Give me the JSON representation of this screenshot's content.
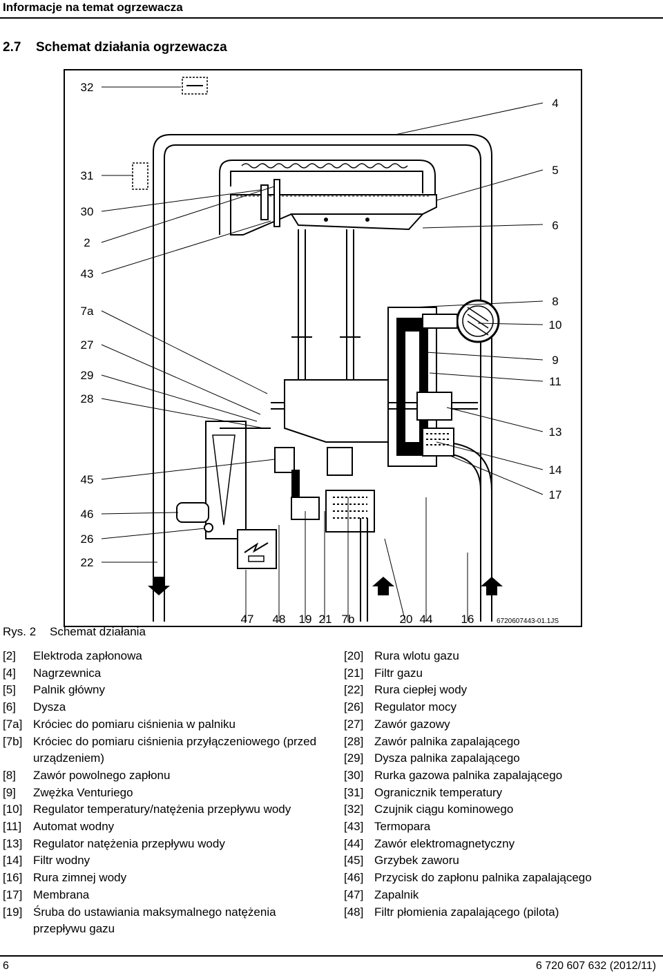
{
  "header": {
    "title": "Informacje na temat ogrzewacza"
  },
  "section": {
    "number": "2.7",
    "title": "Schemat działania ogrzewacza"
  },
  "figure": {
    "labels_left": [
      "32",
      "31",
      "30",
      "2",
      "43",
      "7a",
      "27",
      "29",
      "28",
      "45",
      "46",
      "26",
      "22"
    ],
    "labels_right": [
      "4",
      "5",
      "6",
      "8",
      "10",
      "9",
      "11",
      "13",
      "14",
      "17"
    ],
    "labels_bottom": [
      "47",
      "48",
      "19",
      "21",
      "7b",
      "20",
      "44",
      "16"
    ],
    "drawing_code": "6720607443-01.1JS"
  },
  "caption": {
    "prefix": "Rys. 2",
    "text": "Schemat działania"
  },
  "legend_left": [
    {
      "key": "[2]",
      "text": "Elektroda zapłonowa"
    },
    {
      "key": "[4]",
      "text": "Nagrzewnica"
    },
    {
      "key": "[5]",
      "text": "Palnik główny"
    },
    {
      "key": "[6]",
      "text": "Dysza"
    },
    {
      "key": "[7a]",
      "text": "Króciec do pomiaru ciśnienia w palniku"
    },
    {
      "key": "[7b]",
      "text": "Króciec do pomiaru ciśnienia przyłączeniowego (przed urządzeniem)"
    },
    {
      "key": "[8]",
      "text": "Zawór powolnego zapłonu"
    },
    {
      "key": "[9]",
      "text": "Zwężka Venturiego"
    },
    {
      "key": "[10]",
      "text": "Regulator temperatury/natężenia przepływu wody"
    },
    {
      "key": "[11]",
      "text": "Automat wodny"
    },
    {
      "key": "[13]",
      "text": "Regulator natężenia przepływu wody"
    },
    {
      "key": "[14]",
      "text": "Filtr wodny"
    },
    {
      "key": "[16]",
      "text": "Rura zimnej wody"
    },
    {
      "key": "[17]",
      "text": "Membrana"
    },
    {
      "key": "[19]",
      "text": "Śruba do ustawiania maksymalnego natężenia przepływu gazu"
    }
  ],
  "legend_right": [
    {
      "key": "[20]",
      "text": "Rura wlotu gazu"
    },
    {
      "key": "[21]",
      "text": "Filtr gazu"
    },
    {
      "key": "[22]",
      "text": "Rura ciepłej wody"
    },
    {
      "key": "[26]",
      "text": "Regulator mocy"
    },
    {
      "key": "[27]",
      "text": "Zawór gazowy"
    },
    {
      "key": "[28]",
      "text": "Zawór palnika zapalającego"
    },
    {
      "key": "[29]",
      "text": "Dysza palnika zapalającego"
    },
    {
      "key": "[30]",
      "text": "Rurka gazowa palnika zapalającego"
    },
    {
      "key": "[31]",
      "text": "Ogranicznik temperatury"
    },
    {
      "key": "[32]",
      "text": "Czujnik ciągu kominowego"
    },
    {
      "key": "[43]",
      "text": "Termopara"
    },
    {
      "key": "[44]",
      "text": "Zawór elektromagnetyczny"
    },
    {
      "key": "[45]",
      "text": "Grzybek zaworu"
    },
    {
      "key": "[46]",
      "text": "Przycisk do zapłonu palnika zapalającego"
    },
    {
      "key": "[47]",
      "text": "Zapalnik"
    },
    {
      "key": "[48]",
      "text": "Filtr płomienia zapalającego (pilota)"
    }
  ],
  "footer": {
    "page": "6",
    "doc": "6 720 607 632 (2012/11)"
  }
}
